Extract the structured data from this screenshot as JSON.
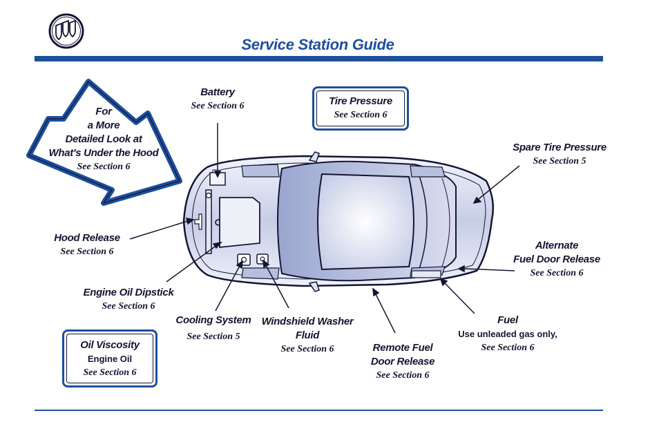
{
  "header": {
    "title": "Service Station Guide"
  },
  "arrow": {
    "lines": [
      "For",
      "a More",
      "Detailed Look at",
      "What's Under the Hood"
    ],
    "section": "See Section 6"
  },
  "labels": {
    "battery": {
      "title": "Battery",
      "section": "See Section 6"
    },
    "tire_pressure": {
      "title": "Tire Pressure",
      "section": "See Section 6"
    },
    "spare_tire": {
      "title": "Spare Tire Pressure",
      "section": "See Section 5"
    },
    "hood_release": {
      "title": "Hood Release",
      "section": "See Section 6"
    },
    "alternate_fuel_door": {
      "line1": "Alternate",
      "line2": "Fuel Door Release",
      "section": "See Section 6"
    },
    "engine_oil_dipstick": {
      "title": "Engine Oil Dipstick",
      "section": "See Section 6"
    },
    "cooling_system": {
      "title": "Cooling System",
      "section": "See Section 5"
    },
    "washer_fluid": {
      "line1": "Windshield Washer",
      "line2": "Fluid",
      "section": "See Section 6"
    },
    "fuel": {
      "title": "Fuel",
      "note": "Use unleaded gas only,",
      "section": "See Section 6"
    },
    "remote_fuel_door": {
      "line1": "Remote Fuel",
      "line2": "Door Release",
      "section": "See Section 6"
    },
    "oil_viscosity": {
      "title": "Oil Viscosity",
      "subtitle": "Engine Oil",
      "section": "See Section 6"
    }
  },
  "colors": {
    "accent": "#1d4f9c",
    "text": "#141433"
  }
}
